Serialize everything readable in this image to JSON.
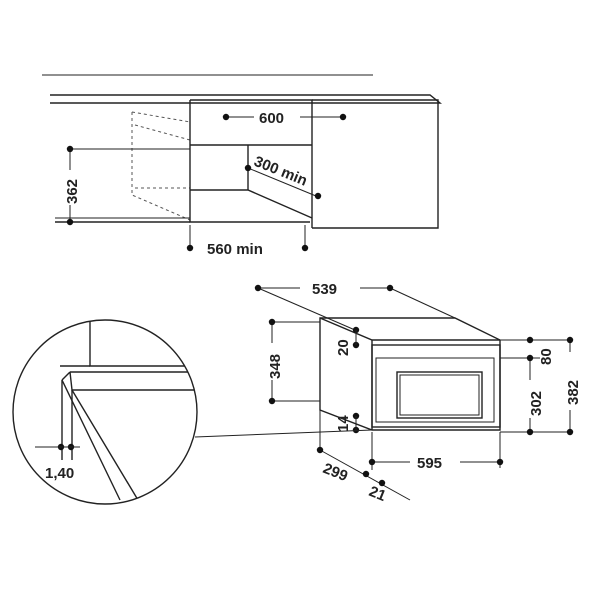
{
  "dimensions": {
    "width_600": "600",
    "depth_300_min": "300 min",
    "height_362": "362",
    "width_560_min": "560 min",
    "depth_539": "539",
    "height_348": "348",
    "offset_20": "20",
    "height_80": "80",
    "height_302": "302",
    "height_382": "382",
    "offset_14": "14",
    "width_595": "595",
    "depth_299": "299",
    "depth_21": "21",
    "thickness_1_40": "1,40"
  }
}
